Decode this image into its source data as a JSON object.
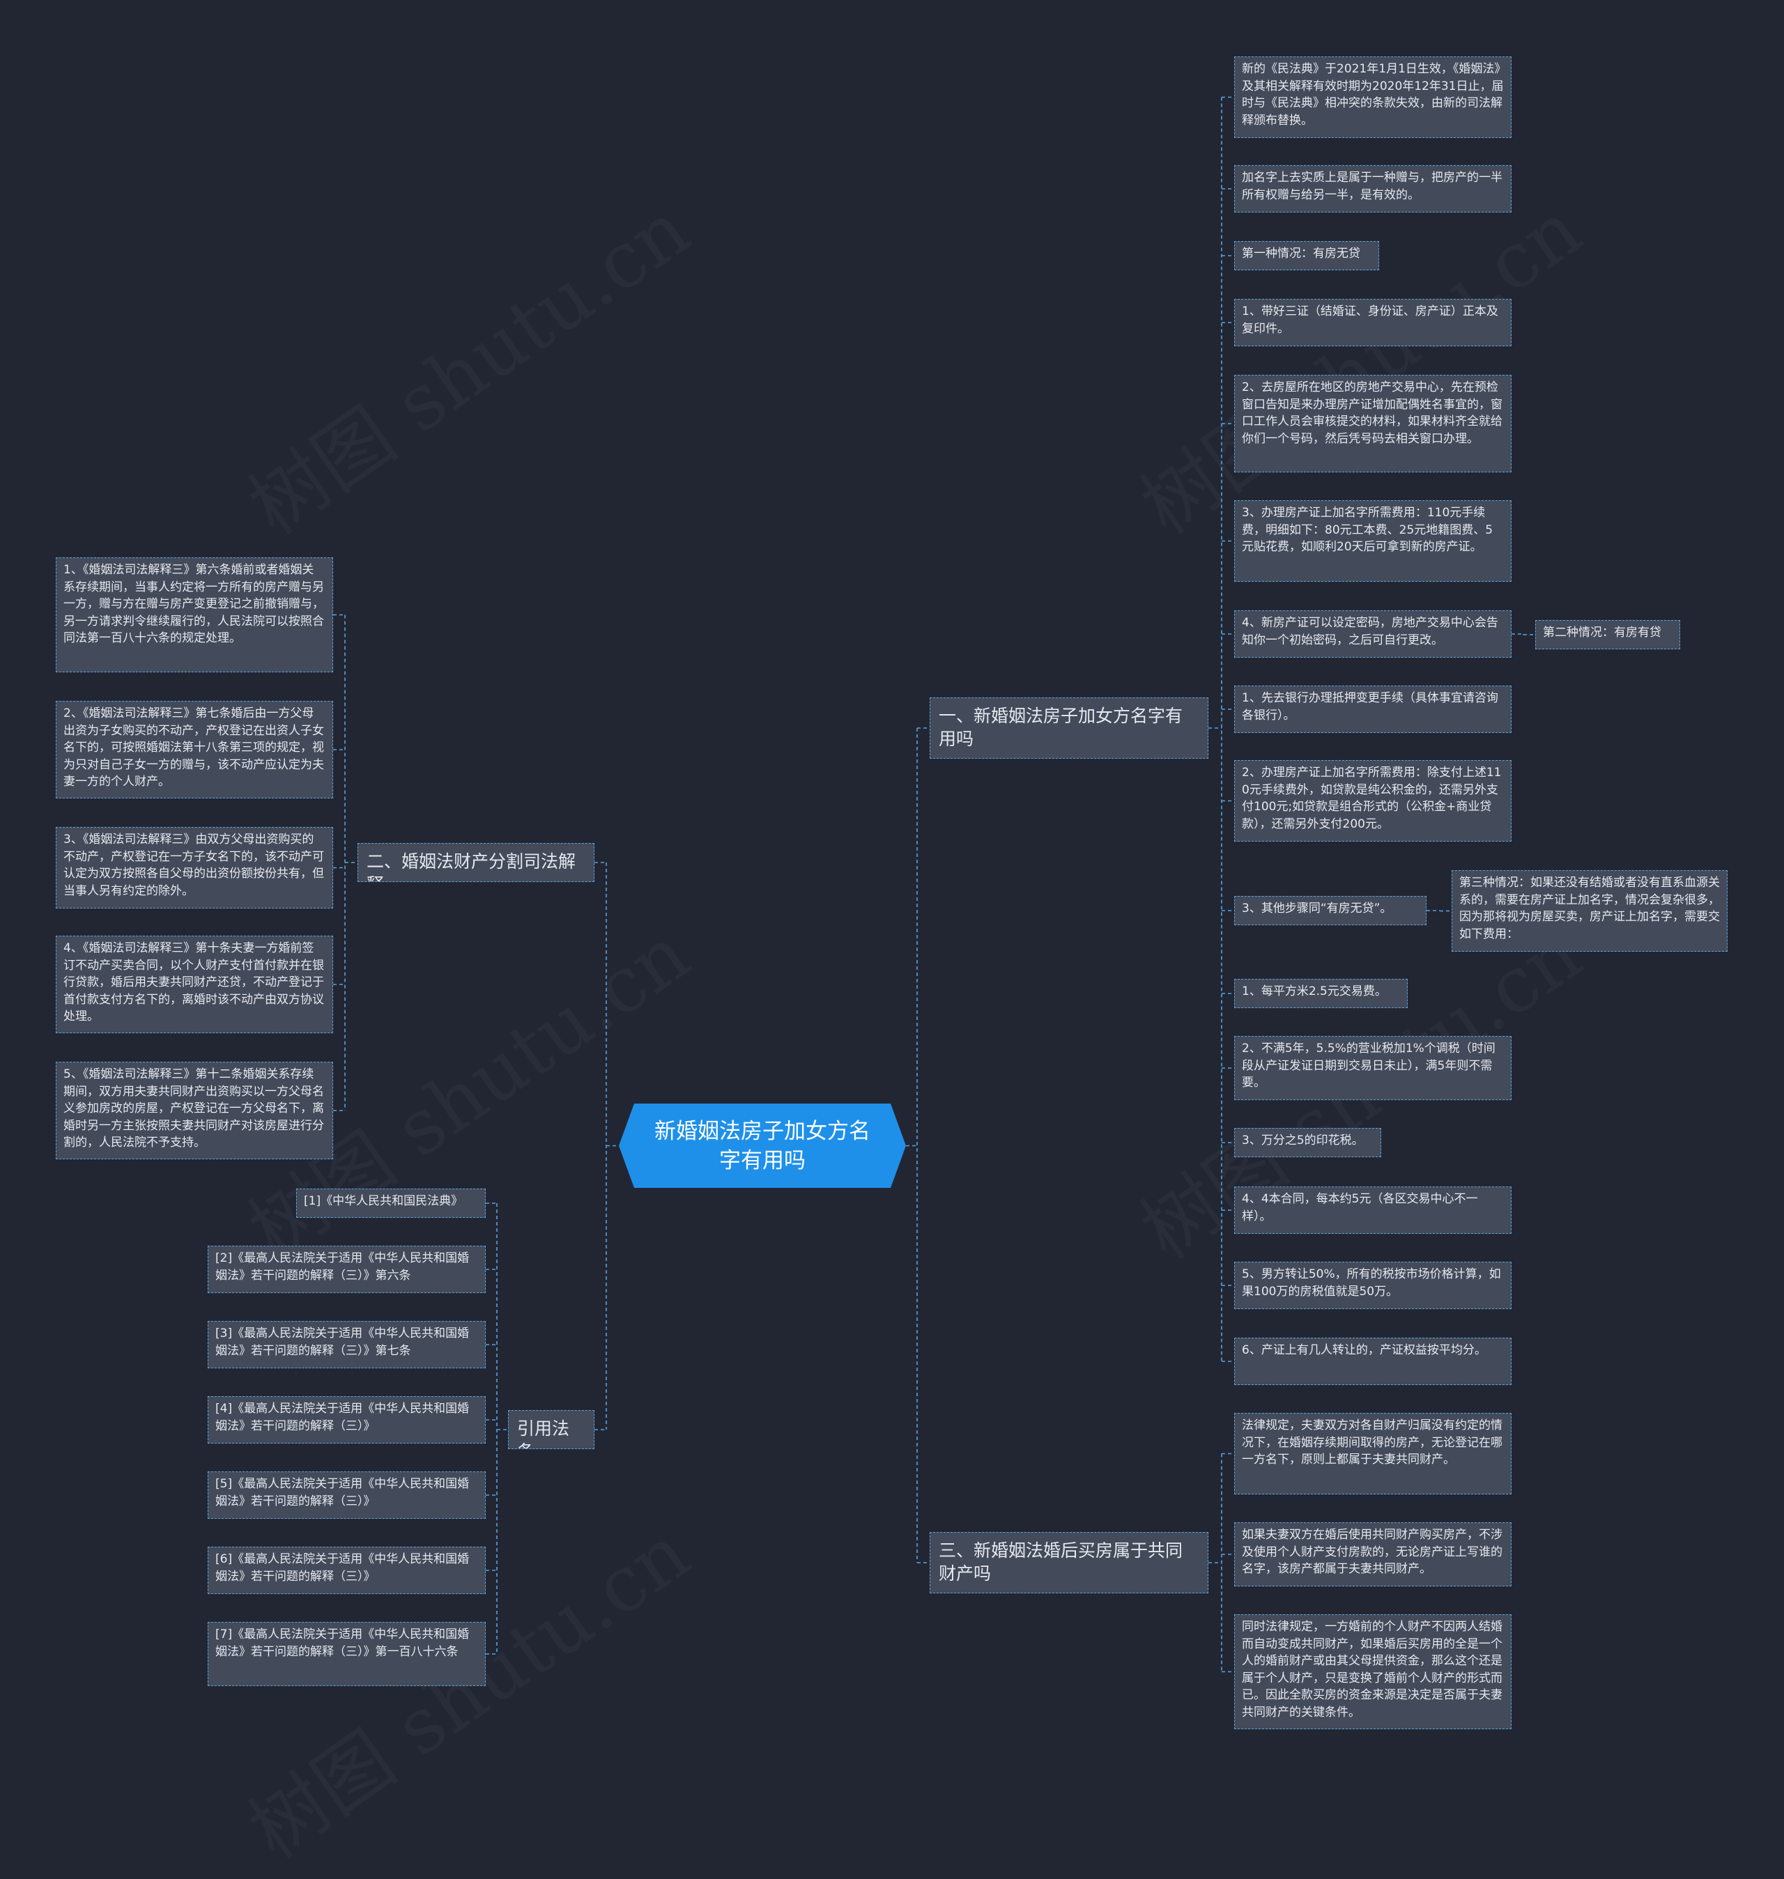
{
  "root": "新婚姻法房子加女方名字有用吗",
  "branches": {
    "b1": "一、新婚姻法房子加女方名字有用吗",
    "b2": "二、婚姻法财产分割司法解释",
    "b3": "三、新婚姻法婚后买房属于共同财产吗",
    "b4": "引用法条"
  },
  "b1_items": [
    "新的《民法典》于2021年1月1日生效，《婚姻法》及其相关解释有效时期为2020年12年31日止，届时与《民法典》相冲突的条款失效，由新的司法解释颁布替换。",
    "加名字上去实质上是属于一种赠与，把房产的一半所有权赠与给另一半，是有效的。",
    "第一种情况：有房无贷",
    "1、带好三证（结婚证、身份证、房产证）正本及复印件。",
    "2、去房屋所在地区的房地产交易中心，先在预检窗口告知是来办理房产证增加配偶姓名事宜的，窗口工作人员会审核提交的材料，如果材料齐全就给你们一个号码，然后凭号码去相关窗口办理。",
    "3、办理房产证上加名字所需费用：110元手续费，明细如下：80元工本费、25元地籍图费、5元贴花费，如顺利20天后可拿到新的房产证。",
    "4、新房产证可以设定密码，房地产交易中心会告知你一个初始密码，之后可自行更改。",
    "1、先去银行办理抵押变更手续（具体事宜请咨询各银行）。",
    "2、办理房产证上加名字所需费用：除支付上述110元手续费外，如贷款是纯公积金的，还需另外支付100元;如贷款是组合形式的（公积金+商业贷款），还需另外支付200元。",
    "3、其他步骤同“有房无贷”。",
    "1、每平方米2.5元交易费。",
    "2、不满5年，5.5%的营业税加1%个调税（时间段从产证发证日期到交易日未止），满5年则不需要。",
    "3、万分之5的印花税。",
    "4、4本合同，每本约5元（各区交易中心不一样）。",
    "5、男方转让50%，所有的税按市场价格计算，如果100万的房税值就是50万。",
    "6、产证上有几人转让的，产证权益按平均分。"
  ],
  "b1_sub": {
    "second": "第二种情况：有房有贷",
    "third": "第三种情况：如果还没有结婚或者没有直系血源关系的，需要在房产证上加名字，情况会复杂很多，因为那将视为房屋买卖，房产证上加名字，需要交如下费用："
  },
  "b3_items": [
    "法律规定，夫妻双方对各自财产归属没有约定的情况下，在婚姻存续期间取得的房产，无论登记在哪一方名下，原则上都属于夫妻共同财产。",
    "如果夫妻双方在婚后使用共同财产购买房产，不涉及使用个人财产支付房款的，无论房产证上写谁的名字，该房产都属于夫妻共同财产。",
    "同时法律规定，一方婚前的个人财产不因两人结婚而自动变成共同财产，如果婚后买房用的全是一个人的婚前财产或由其父母提供资金，那么这个还是属于个人财产，只是变换了婚前个人财产的形式而已。因此全款买房的资金来源是决定是否属于夫妻共同财产的关键条件。"
  ],
  "b2_items": [
    "1、《婚姻法司法解释三》第六条婚前或者婚姻关系存续期间，当事人约定将一方所有的房产赠与另一方，赠与方在赠与房产变更登记之前撤销赠与，另一方请求判令继续履行的，人民法院可以按照合同法第一百八十六条的规定处理。",
    "2、《婚姻法司法解释三》第七条婚后由一方父母出资为子女购买的不动产，产权登记在出资人子女名下的，可按照婚姻法第十八条第三项的规定，视为只对自己子女一方的赠与，该不动产应认定为夫妻一方的个人财产。",
    "3、《婚姻法司法解释三》由双方父母出资购买的不动产，产权登记在一方子女名下的，该不动产可认定为双方按照各自父母的出资份额按份共有，但当事人另有约定的除外。",
    "4、《婚姻法司法解释三》第十条夫妻一方婚前签订不动产买卖合同，以个人财产支付首付款并在银行贷款，婚后用夫妻共同财产还贷，不动产登记于首付款支付方名下的，离婚时该不动产由双方协议处理。",
    "5、《婚姻法司法解释三》第十二条婚姻关系存续期间，双方用夫妻共同财产出资购买以一方父母名义参加房改的房屋，产权登记在一方父母名下，离婚时另一方主张按照夫妻共同财产对该房屋进行分割的，人民法院不予支持。"
  ],
  "b4_items": [
    "[1]《中华人民共和国民法典》",
    "[2]《最高人民法院关于适用《中华人民共和国婚姻法》若干问题的解释（三）》第六条",
    "[3]《最高人民法院关于适用《中华人民共和国婚姻法》若干问题的解释（三）》第七条",
    "[4]《最高人民法院关于适用《中华人民共和国婚姻法》若干问题的解释（三）》",
    "[5]《最高人民法院关于适用《中华人民共和国婚姻法》若干问题的解释（三）》",
    "[6]《最高人民法院关于适用《中华人民共和国婚姻法》若干问题的解释（三）》",
    "[7]《最高人民法院关于适用《中华人民共和国婚姻法》若干问题的解释（三）》第一百八十六条"
  ],
  "watermark": "树图 shutu.cn",
  "colors": {
    "background": "#222633",
    "root": "#1e90ea",
    "node": "#434a59",
    "link": "#5aa2dc"
  }
}
